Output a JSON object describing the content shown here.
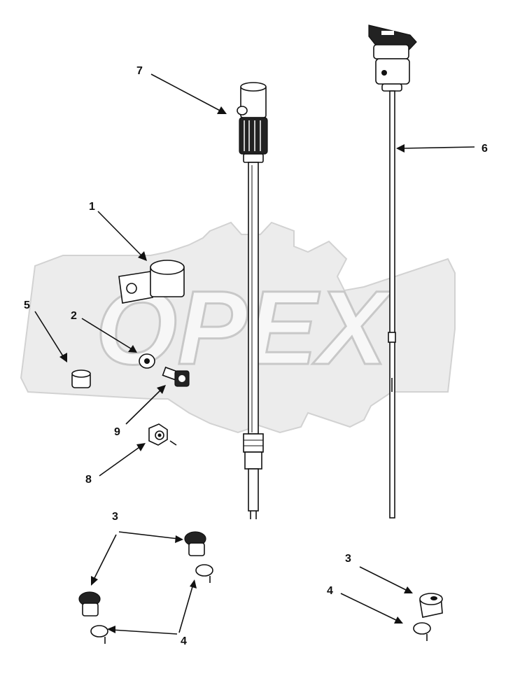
{
  "watermark": {
    "text": "OPEX"
  },
  "callouts": {
    "c1": "1",
    "c2": "2",
    "c3a": "3",
    "c3b": "3",
    "c4a": "4",
    "c4b": "4",
    "c5": "5",
    "c6": "6",
    "c7": "7",
    "c8": "8",
    "c9": "9"
  },
  "icons": {
    "watermark": "gear-logo-icon",
    "clip": "clip-icon",
    "washer": "washer-icon",
    "bolt": "bolt-icon",
    "nut": "nut-icon",
    "bushing": "bushing-icon",
    "tube": "dipstick-tube-icon",
    "dipstick": "dipstick-icon",
    "plug": "plug-icon",
    "oring": "o-ring-icon"
  }
}
